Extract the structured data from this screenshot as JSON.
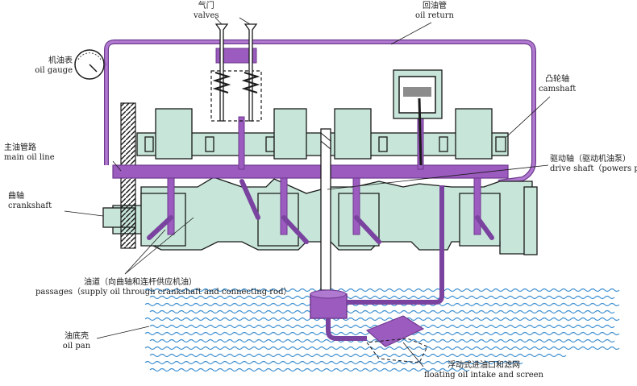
{
  "labels": {
    "valves": {
      "zh": "气门",
      "en": "valves"
    },
    "oil_return": {
      "zh": "回油管",
      "en": "oil return"
    },
    "oil_gauge": {
      "zh": "机油表",
      "en": "oil gauge"
    },
    "camshaft": {
      "zh": "凸轮轴",
      "en": "camshaft"
    },
    "main_oil_line": {
      "zh": "主油管路",
      "en": "main oil line"
    },
    "drive_shaft": {
      "zh": "驱动轴（驱动机油泵）",
      "en": "drive shaft（powers pump）"
    },
    "crankshaft": {
      "zh": "曲轴",
      "en": "crankshaft"
    },
    "passages": {
      "zh": "油道（向曲轴和连杆供应机油）",
      "en": "passages（supply oil through crankshaft and connecting rod）"
    },
    "oil_pan": {
      "zh": "油底壳",
      "en": "oil pan"
    },
    "floating_intake": {
      "zh": "浮动式进油口和滤网",
      "en": "floating oil intake and screen"
    }
  },
  "colors": {
    "oil": "#9b5bbf",
    "oil_dark": "#6f3a8f",
    "engine": "#c7e6d9",
    "line": "#1a1a1a",
    "water": "#3d8fd0"
  }
}
